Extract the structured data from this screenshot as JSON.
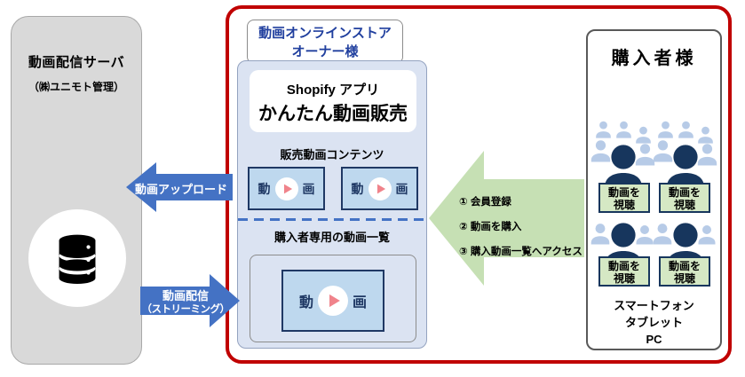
{
  "server": {
    "title": "動画配信サーバ",
    "subtitle": "（㈱ユニモト管理）"
  },
  "store": {
    "owner_line1": "動画オンラインストア",
    "owner_line2": "オーナー様",
    "app_line1": "Shopify アプリ",
    "app_line2": "かんたん動画販売",
    "sales_section": "販売動画コンテンツ",
    "purchased_section": "購入者専用の動画一覧",
    "thumb_left": "動",
    "thumb_right": "画"
  },
  "arrows": {
    "upload": "動画アップロード",
    "stream_line1": "動画配信",
    "stream_line2": "（ストリーミング）",
    "steps": [
      "① 会員登録",
      "② 動画を購入",
      "③ 購入動画一覧へアクセス"
    ]
  },
  "buyers": {
    "title": "購入者様",
    "watch_line1": "動画を",
    "watch_line2": "視聴",
    "devices": [
      "スマートフォン",
      "タブレット",
      "PC"
    ]
  },
  "colors": {
    "arrow_blue": "#4472c4",
    "arrow_green": "#c6e0b4",
    "boundary_red": "#c00000",
    "navy_border": "#1f3864",
    "store_panel_blue": "#dbe3f2",
    "thumbnail_blue": "#bed8ee",
    "play_pink": "#f0838b",
    "owner_text_blue": "#203f9e",
    "watch_box_green": "#d5e8c4",
    "person_light": "#b7cbe7",
    "person_dark": "#17365d"
  }
}
